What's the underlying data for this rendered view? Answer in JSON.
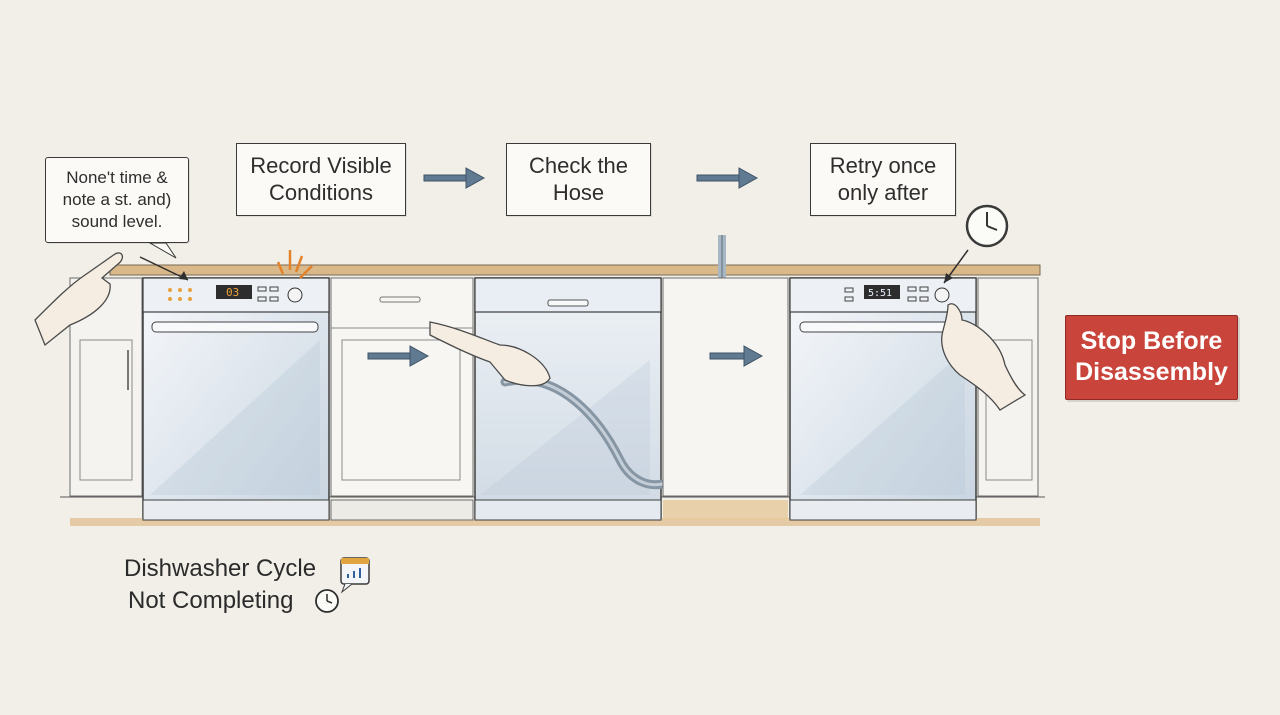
{
  "note": {
    "lines": [
      "None't time &",
      "note a st. and)",
      "sound level."
    ]
  },
  "steps": [
    {
      "lines": [
        "Record Visible",
        "Conditions"
      ]
    },
    {
      "lines": [
        "Check the",
        "Hose"
      ]
    },
    {
      "lines": [
        "Retry once",
        "only after"
      ]
    }
  ],
  "stop": {
    "lines": [
      "Stop Before",
      "Disassembly"
    ]
  },
  "caption": {
    "lines": [
      "Dishwasher Cycle",
      "Not Completing"
    ]
  },
  "displays": {
    "first": "03",
    "third": "5:51"
  },
  "icons": [
    "clock-icon",
    "chart-icon",
    "clock-small-icon",
    "spark-icon"
  ],
  "colors": {
    "stop": "#c9443a",
    "counter": "#d7b27c",
    "arrow": "#607a92",
    "appliance": "#dfe6ee"
  }
}
